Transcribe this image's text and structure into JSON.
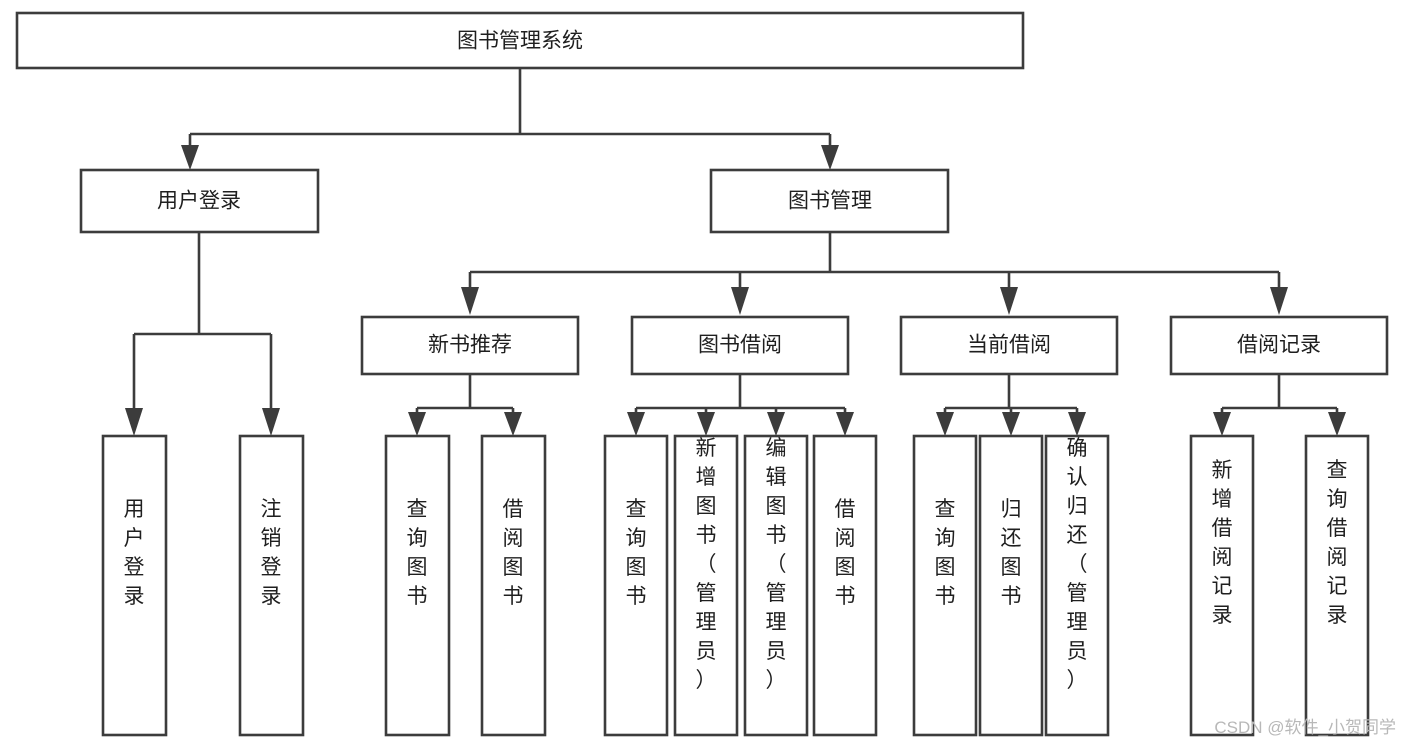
{
  "diagram": {
    "title": "图书管理系统",
    "type": "tree-hierarchy",
    "root": {
      "label": "图书管理系统"
    },
    "level2": [
      {
        "label": "用户登录"
      },
      {
        "label": "图书管理"
      }
    ],
    "level3": [
      {
        "label": "新书推荐"
      },
      {
        "label": "图书借阅"
      },
      {
        "label": "当前借阅"
      },
      {
        "label": "借阅记录"
      }
    ],
    "leaves": {
      "user_login": [
        {
          "label": "用户登录"
        },
        {
          "label": "注销登录"
        }
      ],
      "new_book_recommend": [
        {
          "label": "查询图书"
        },
        {
          "label": "借阅图书"
        }
      ],
      "book_borrow": [
        {
          "label": "查询图书"
        },
        {
          "label": "新增图书（管理员）"
        },
        {
          "label": "编辑图书（管理员）"
        },
        {
          "label": "借阅图书"
        }
      ],
      "current_borrow": [
        {
          "label": "查询图书"
        },
        {
          "label": "归还图书"
        },
        {
          "label": "确认归还（管理员）"
        }
      ],
      "borrow_record": [
        {
          "label": "新增借阅记录"
        },
        {
          "label": "查询借阅记录"
        }
      ]
    }
  },
  "watermark": {
    "text": "CSDN @软件_小贺同学"
  },
  "colors": {
    "stroke": "#3c3c3c",
    "fill": "#ffffff",
    "text": "#1f1f1f",
    "watermark": "#b8b8b8"
  }
}
